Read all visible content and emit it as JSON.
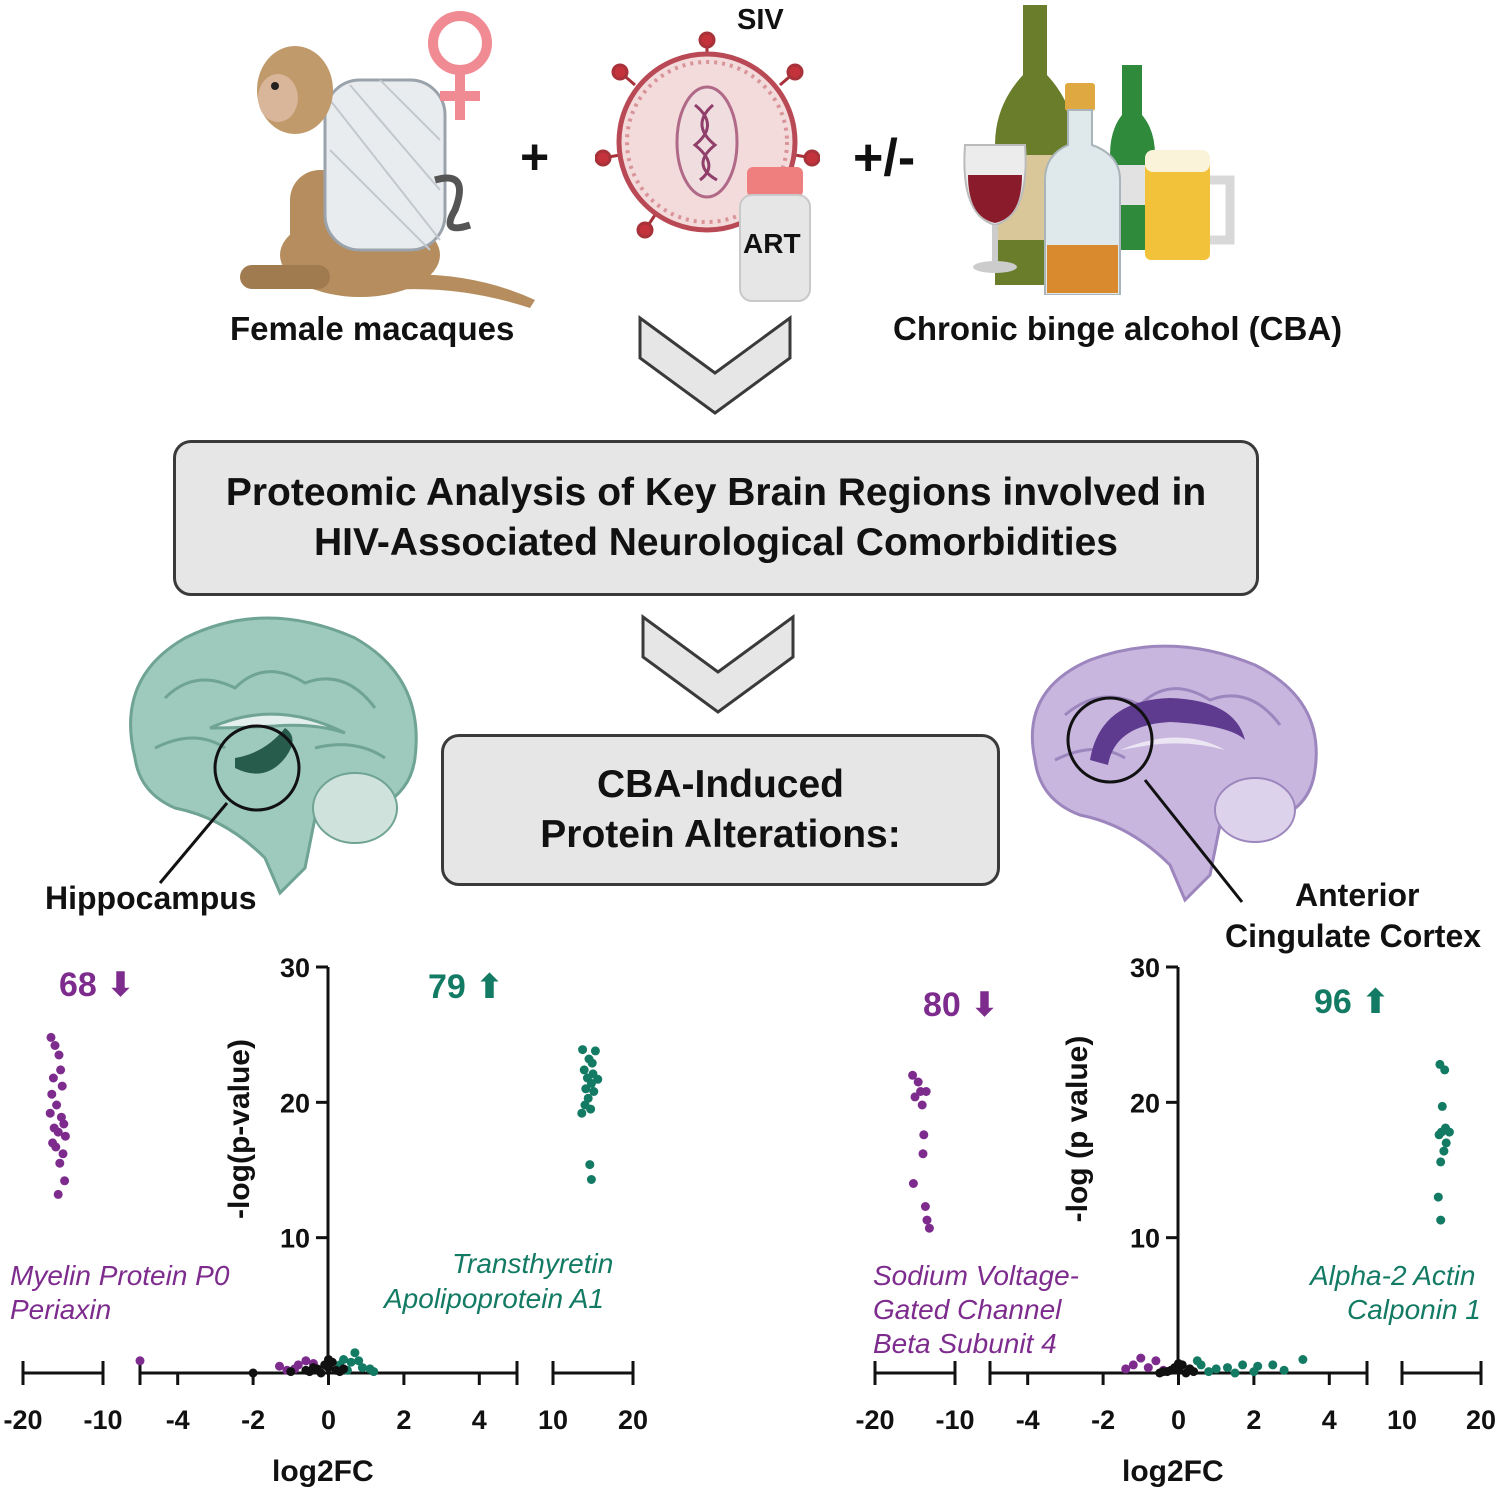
{
  "top": {
    "macaque_label": "Female macaques",
    "plus": "+",
    "siv_label": "SIV",
    "art_label": "ART",
    "plus_minus": "+/-",
    "alcohol_label": "Chronic binge alcohol (CBA)"
  },
  "analysis_box": {
    "line1": "Proteomic Analysis of Key Brain Regions involved in",
    "line2": "HIV-Associated Neurological Comorbidities"
  },
  "cba_box": {
    "line1": "CBA-Induced",
    "line2": "Protein Alterations:"
  },
  "regions": {
    "left": "Hippocampus",
    "right_line1": "Anterior",
    "right_line2": "Cingulate Cortex"
  },
  "colors": {
    "down": "#7d2c8e",
    "up": "#137a63",
    "ns": "#111111",
    "hippocampus_brain": "#9ec9bd",
    "acc_brain": "#c8b6df"
  },
  "chart_data": [
    {
      "type": "scatter",
      "region": "Hippocampus",
      "xlabel": "log2FC",
      "ylabel": "-log(p-value)",
      "ylim": [
        0,
        30
      ],
      "yticks": [
        "10",
        "20",
        "30"
      ],
      "xticks_left_break": [
        "-20",
        "-10"
      ],
      "xticks_center": [
        "-4",
        "-2",
        "0",
        "2",
        "4"
      ],
      "xticks_right_break": [
        "10",
        "20"
      ],
      "down_count": "68",
      "up_count": "79",
      "down_proteins": [
        "Myelin Protein P0",
        "Periaxin"
      ],
      "up_proteins": [
        "Transthyretin",
        "Apolipoprotein A1"
      ],
      "series": [
        {
          "group": "down",
          "points": [
            [
              -16.5,
              24.8
            ],
            [
              -16.0,
              24.2
            ],
            [
              -15.5,
              23.5
            ],
            [
              -15.3,
              22.4
            ],
            [
              -16.2,
              21.8
            ],
            [
              -15.1,
              21.2
            ],
            [
              -16.4,
              20.6
            ],
            [
              -15.8,
              19.8
            ],
            [
              -16.6,
              19.2
            ],
            [
              -15.2,
              18.9
            ],
            [
              -14.9,
              18.4
            ],
            [
              -16.1,
              18.1
            ],
            [
              -15.6,
              17.8
            ],
            [
              -14.7,
              17.5
            ],
            [
              -16.3,
              17.0
            ],
            [
              -15.9,
              16.7
            ],
            [
              -15.0,
              16.2
            ],
            [
              -15.4,
              15.5
            ],
            [
              -14.8,
              14.2
            ],
            [
              -15.6,
              13.2
            ],
            [
              -5.0,
              0.9
            ],
            [
              -0.8,
              0.6
            ],
            [
              -0.6,
              0.9
            ],
            [
              -1.1,
              0.2
            ],
            [
              -0.4,
              0.7
            ],
            [
              -1.3,
              0.5
            ],
            [
              -0.9,
              0.3
            ]
          ]
        },
        {
          "group": "up",
          "points": [
            [
              13.7,
              23.9
            ],
            [
              15.3,
              23.8
            ],
            [
              14.5,
              23.2
            ],
            [
              14.9,
              22.9
            ],
            [
              13.9,
              22.4
            ],
            [
              15.0,
              22.1
            ],
            [
              14.3,
              21.8
            ],
            [
              15.6,
              21.7
            ],
            [
              14.8,
              21.4
            ],
            [
              14.1,
              21.0
            ],
            [
              15.1,
              20.8
            ],
            [
              14.4,
              20.3
            ],
            [
              14.0,
              19.8
            ],
            [
              14.7,
              19.5
            ],
            [
              13.6,
              19.2
            ],
            [
              14.6,
              15.4
            ],
            [
              14.8,
              14.3
            ],
            [
              0.7,
              1.5
            ],
            [
              0.4,
              1.0
            ],
            [
              0.6,
              0.8
            ],
            [
              0.9,
              0.4
            ],
            [
              1.1,
              0.3
            ],
            [
              0.3,
              0.6
            ],
            [
              0.5,
              0.2
            ],
            [
              0.8,
              0.9
            ],
            [
              1.2,
              0.1
            ]
          ]
        },
        {
          "group": "ns",
          "points": [
            [
              -2.0,
              0.0
            ],
            [
              -1.0,
              0.1
            ],
            [
              -0.5,
              0.1
            ],
            [
              -0.3,
              0.3
            ],
            [
              0.0,
              0.4
            ],
            [
              0.2,
              0.2
            ],
            [
              -0.1,
              0.6
            ],
            [
              0.1,
              0.8
            ],
            [
              -0.6,
              0.2
            ],
            [
              0.3,
              0.1
            ],
            [
              -0.2,
              0.0
            ],
            [
              0.0,
              1.0
            ],
            [
              -0.4,
              0.4
            ],
            [
              0.4,
              0.3
            ]
          ]
        }
      ]
    },
    {
      "type": "scatter",
      "region": "Anterior Cingulate Cortex",
      "xlabel": "log2FC",
      "ylabel": "-log (p value)",
      "ylim": [
        0,
        30
      ],
      "yticks": [
        "10",
        "20",
        "30"
      ],
      "xticks_left_break": [
        "-20",
        "-10"
      ],
      "xticks_center": [
        "-4",
        "-2",
        "0",
        "2",
        "4"
      ],
      "xticks_right_break": [
        "10",
        "20"
      ],
      "down_count": "80",
      "up_count": "96",
      "down_proteins": [
        "Sodium Voltage-",
        "Gated Channel",
        "Beta Subunit 4"
      ],
      "up_proteins": [
        "Alpha-2 Actin",
        "Calponin 1"
      ],
      "series": [
        {
          "group": "down",
          "points": [
            [
              -15.3,
              22.0
            ],
            [
              -14.6,
              21.5
            ],
            [
              -13.6,
              20.8
            ],
            [
              -14.3,
              20.8
            ],
            [
              -15.0,
              20.4
            ],
            [
              -14.1,
              19.8
            ],
            [
              -13.9,
              17.6
            ],
            [
              -14.0,
              16.2
            ],
            [
              -15.2,
              14.0
            ],
            [
              -13.7,
              12.3
            ],
            [
              -13.5,
              11.3
            ],
            [
              -13.2,
              10.7
            ],
            [
              -1.2,
              0.6
            ],
            [
              -0.6,
              0.9
            ],
            [
              -0.8,
              0.4
            ],
            [
              -1.0,
              1.1
            ],
            [
              -0.4,
              0.2
            ],
            [
              -1.4,
              0.3
            ]
          ]
        },
        {
          "group": "up",
          "points": [
            [
              14.8,
              22.8
            ],
            [
              15.4,
              22.4
            ],
            [
              15.1,
              19.7
            ],
            [
              15.5,
              18.1
            ],
            [
              15.0,
              17.8
            ],
            [
              14.7,
              17.6
            ],
            [
              16.0,
              17.8
            ],
            [
              15.6,
              17.0
            ],
            [
              15.3,
              16.4
            ],
            [
              14.9,
              15.6
            ],
            [
              14.6,
              13.0
            ],
            [
              14.9,
              11.3
            ],
            [
              3.3,
              1.0
            ],
            [
              2.5,
              0.6
            ],
            [
              2.1,
              0.5
            ],
            [
              1.7,
              0.6
            ],
            [
              1.3,
              0.4
            ],
            [
              1.0,
              0.3
            ],
            [
              0.6,
              0.6
            ],
            [
              0.3,
              0.3
            ],
            [
              0.8,
              0.1
            ],
            [
              2.8,
              0.2
            ],
            [
              1.5,
              0.0
            ],
            [
              0.5,
              0.9
            ],
            [
              2.0,
              0.1
            ]
          ]
        },
        {
          "group": "ns",
          "points": [
            [
              -0.5,
              0.0
            ],
            [
              -0.3,
              0.1
            ],
            [
              0.0,
              0.2
            ],
            [
              0.2,
              0.0
            ],
            [
              -0.1,
              0.4
            ],
            [
              0.1,
              0.6
            ],
            [
              0.4,
              0.1
            ],
            [
              -0.2,
              0.2
            ],
            [
              0.0,
              0.7
            ],
            [
              0.3,
              0.3
            ],
            [
              -0.4,
              0.1
            ]
          ]
        }
      ]
    }
  ]
}
